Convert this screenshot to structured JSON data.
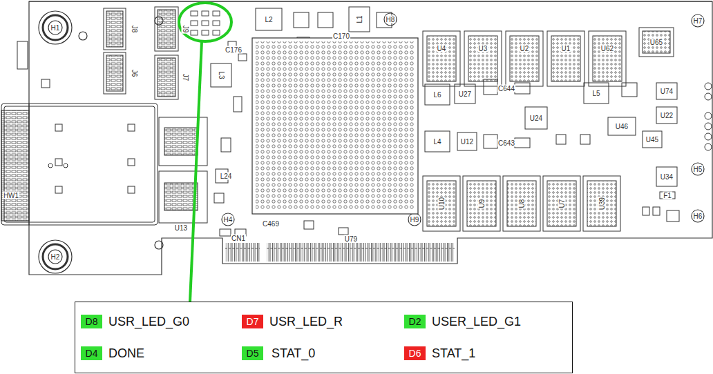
{
  "diagram": {
    "nodes": [
      {
        "text": [
          "D8"
        ]
      },
      {
        "text": [
          "D7"
        ]
      },
      {
        "text": [
          "D2"
        ]
      },
      {
        "text": [
          "D4"
        ]
      },
      {
        "text": [
          "D5"
        ]
      },
      {
        "text": [
          "D6"
        ]
      }
    ],
    "labels": [
      "H1",
      "J8",
      "J6",
      "J9",
      "J7",
      "C176",
      "L2",
      "C170",
      "L1",
      "H8",
      "U4",
      "U3",
      "U2",
      "U1",
      "U62",
      "U65",
      "H7",
      "L3",
      "L6",
      "U27",
      "C644",
      "L5",
      "U74",
      "U24",
      "U46",
      "U22",
      "U45",
      "L4",
      "U12",
      "C643",
      "U34",
      "F1",
      "H5",
      "L24",
      "U13",
      "U10",
      "U9",
      "U8",
      "U7",
      "U39",
      "H6",
      "H4",
      "C469",
      "H9",
      "CN1",
      "U79",
      "HW1",
      "H2",
      "USR_LED_G0",
      "USR_LED_R",
      "USER_LED_G1",
      "DONE",
      "STAT_0",
      "STAT_1"
    ]
  }
}
